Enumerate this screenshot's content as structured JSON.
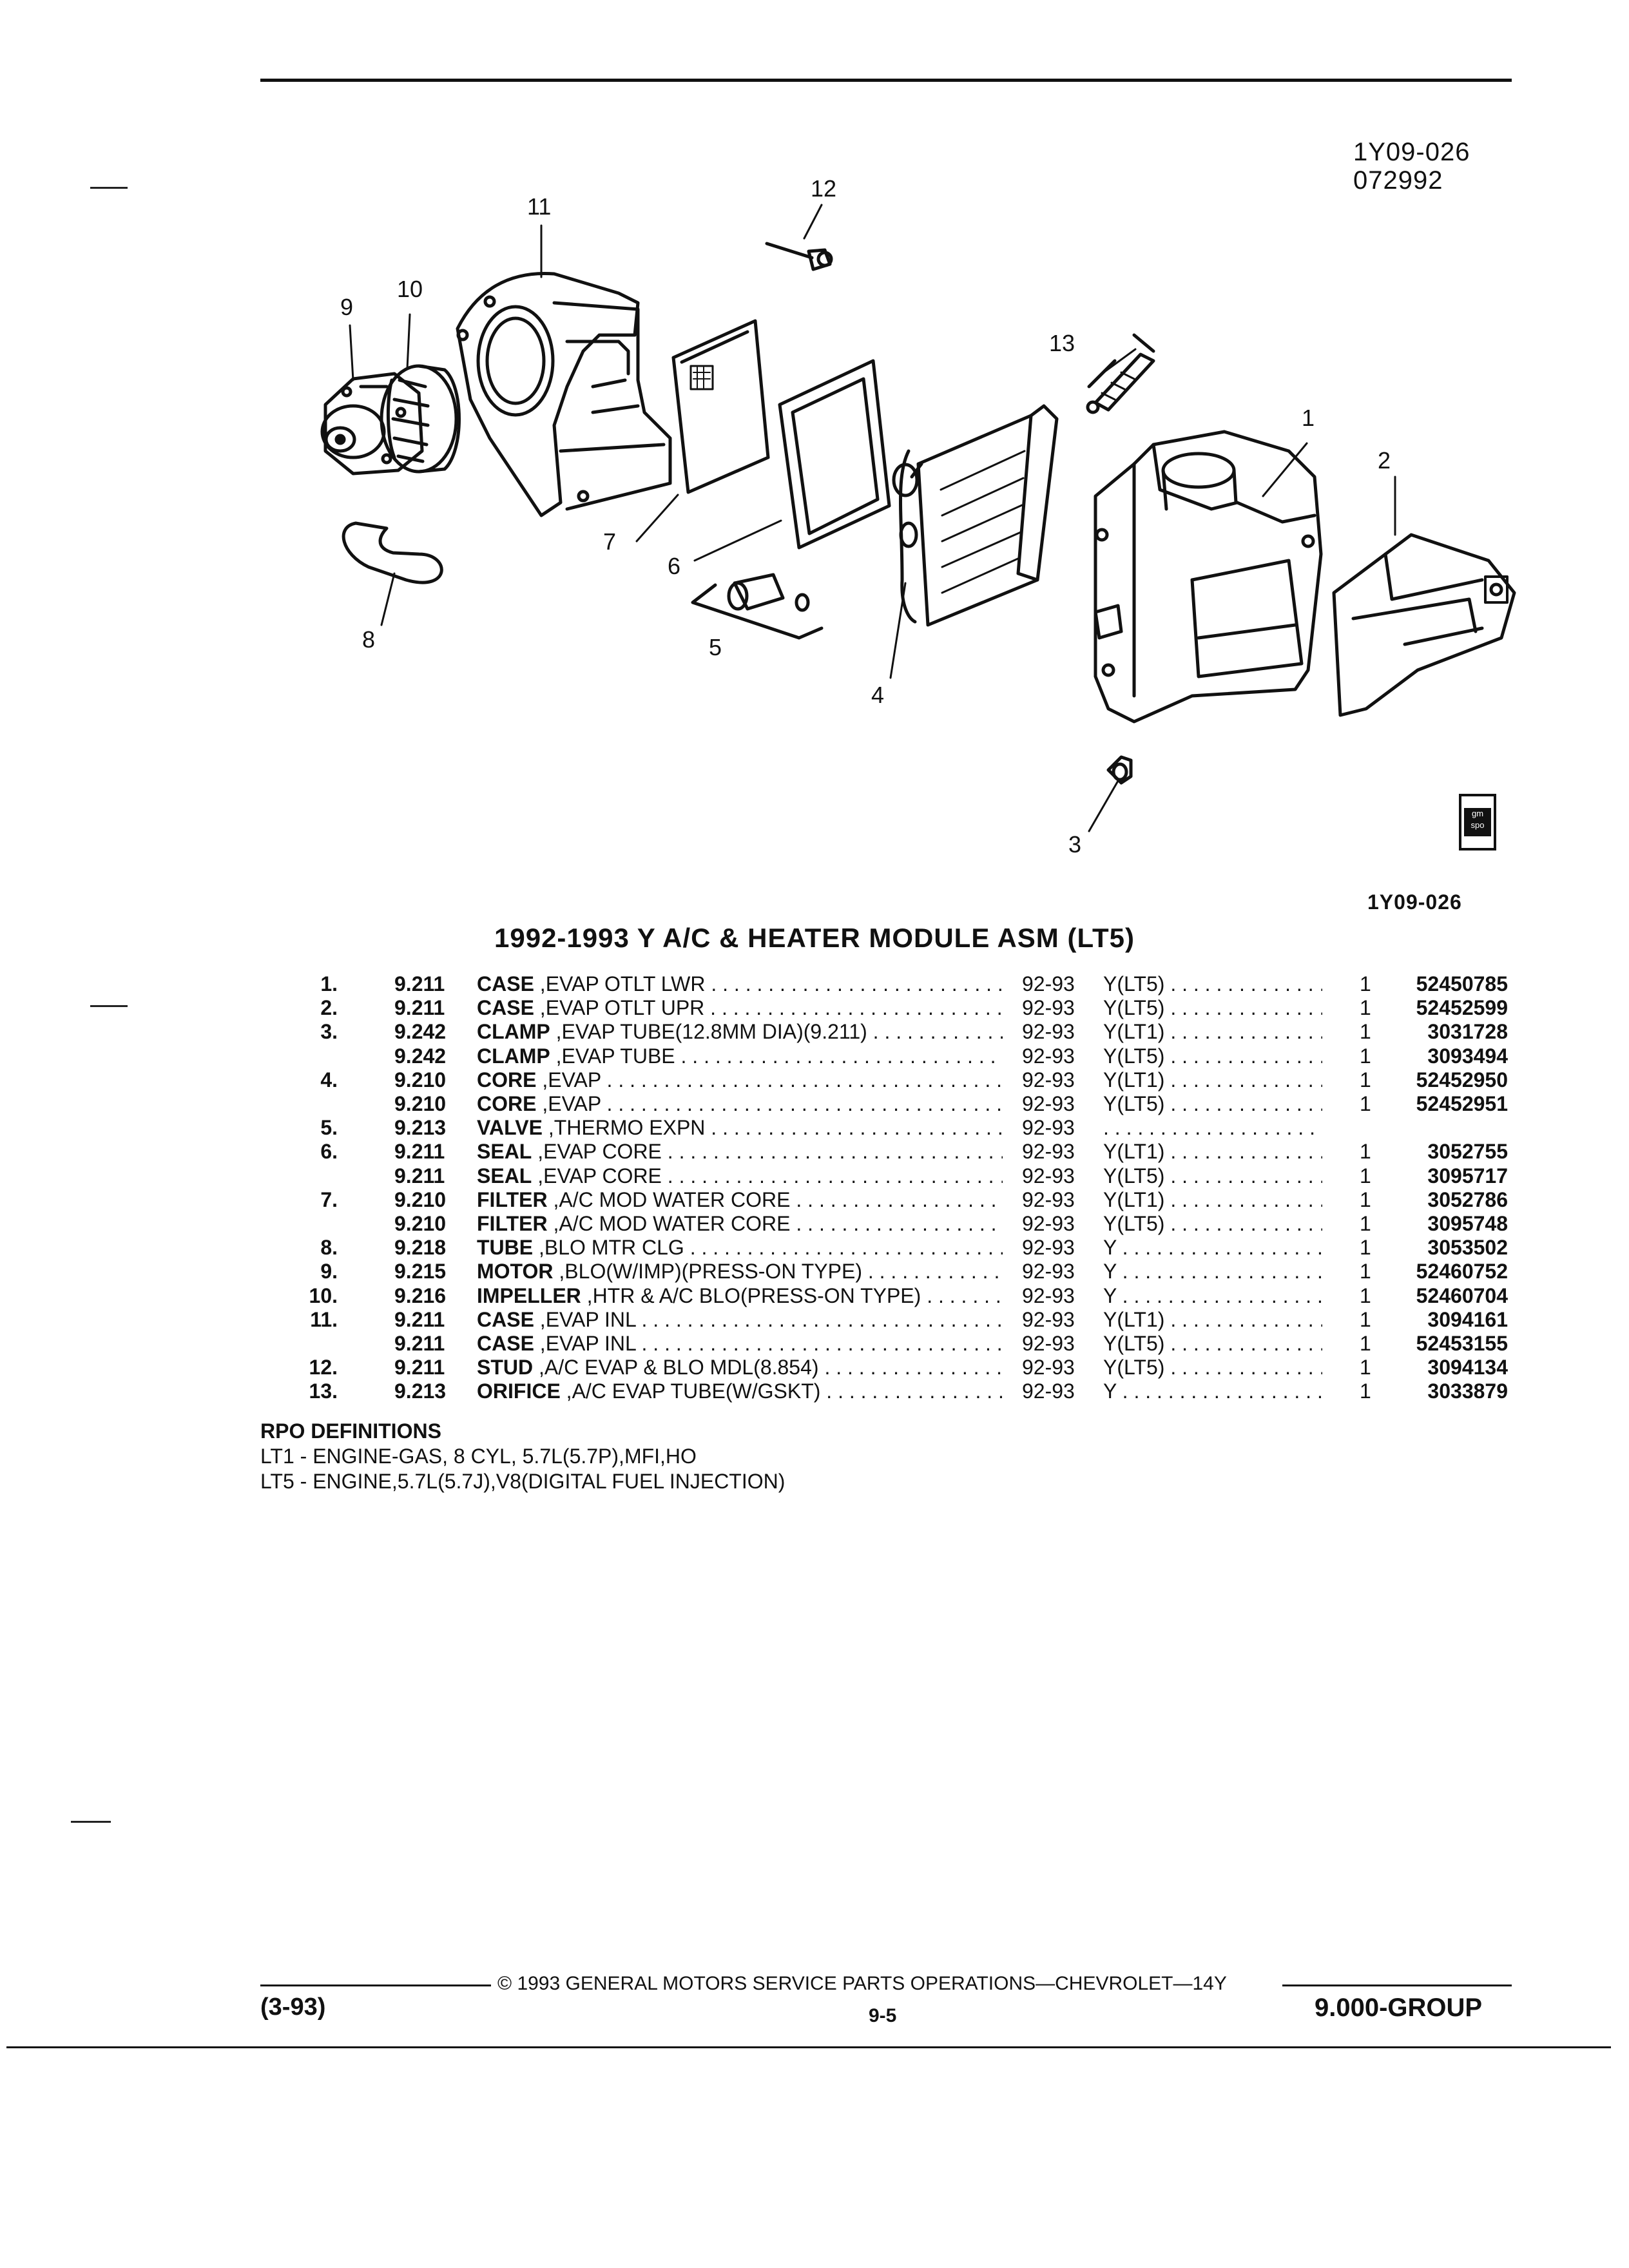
{
  "doc": {
    "code": "1Y09-026",
    "date": "072992",
    "illustration_code": "1Y09-026",
    "logo_text": "gm spo"
  },
  "callouts": [
    "1",
    "2",
    "3",
    "4",
    "5",
    "6",
    "7",
    "8",
    "9",
    "10",
    "11",
    "12",
    "13"
  ],
  "title": "1992-1993 Y A/C & HEATER MODULE ASM (LT5)",
  "parts": [
    {
      "num": "1.",
      "group": "9.211",
      "name": "CASE",
      "desc": ",EVAP OTLT LWR",
      "years": "92-93",
      "app": "Y(LT5)",
      "qty": "1",
      "pn": "52450785"
    },
    {
      "num": "2.",
      "group": "9.211",
      "name": "CASE",
      "desc": ",EVAP OTLT UPR",
      "years": "92-93",
      "app": "Y(LT5)",
      "qty": "1",
      "pn": "52452599"
    },
    {
      "num": "3.",
      "group": "9.242",
      "name": "CLAMP",
      "desc": ",EVAP TUBE(12.8MM DIA)(9.211)",
      "years": "92-93",
      "app": "Y(LT1)",
      "qty": "1",
      "pn": "3031728"
    },
    {
      "num": "",
      "group": "9.242",
      "name": "CLAMP",
      "desc": ",EVAP TUBE",
      "years": "92-93",
      "app": "Y(LT5)",
      "qty": "1",
      "pn": "3093494"
    },
    {
      "num": "4.",
      "group": "9.210",
      "name": "CORE",
      "desc": ",EVAP",
      "years": "92-93",
      "app": "Y(LT1)",
      "qty": "1",
      "pn": "52452950"
    },
    {
      "num": "",
      "group": "9.210",
      "name": "CORE",
      "desc": ",EVAP",
      "years": "92-93",
      "app": "Y(LT5)",
      "qty": "1",
      "pn": "52452951"
    },
    {
      "num": "5.",
      "group": "9.213",
      "name": "VALVE",
      "desc": ",THERMO EXPN",
      "years": "92-93",
      "app": "",
      "qty": "",
      "pn": ""
    },
    {
      "num": "6.",
      "group": "9.211",
      "name": "SEAL",
      "desc": ",EVAP CORE",
      "years": "92-93",
      "app": "Y(LT1)",
      "qty": "1",
      "pn": "3052755"
    },
    {
      "num": "",
      "group": "9.211",
      "name": "SEAL",
      "desc": ",EVAP CORE",
      "years": "92-93",
      "app": "Y(LT5)",
      "qty": "1",
      "pn": "3095717"
    },
    {
      "num": "7.",
      "group": "9.210",
      "name": "FILTER",
      "desc": ",A/C MOD WATER CORE",
      "years": "92-93",
      "app": "Y(LT1)",
      "qty": "1",
      "pn": "3052786"
    },
    {
      "num": "",
      "group": "9.210",
      "name": "FILTER",
      "desc": ",A/C MOD WATER CORE",
      "years": "92-93",
      "app": "Y(LT5)",
      "qty": "1",
      "pn": "3095748"
    },
    {
      "num": "8.",
      "group": "9.218",
      "name": "TUBE",
      "desc": ",BLO MTR CLG",
      "years": "92-93",
      "app": "Y",
      "qty": "1",
      "pn": "3053502"
    },
    {
      "num": "9.",
      "group": "9.215",
      "name": "MOTOR",
      "desc": ",BLO(W/IMP)(PRESS-ON TYPE)",
      "years": "92-93",
      "app": "Y",
      "qty": "1",
      "pn": "52460752"
    },
    {
      "num": "10.",
      "group": "9.216",
      "name": "IMPELLER",
      "desc": ",HTR & A/C BLO(PRESS-ON TYPE)",
      "years": "92-93",
      "app": "Y",
      "qty": "1",
      "pn": "52460704"
    },
    {
      "num": "11.",
      "group": "9.211",
      "name": "CASE",
      "desc": ",EVAP INL",
      "years": "92-93",
      "app": "Y(LT1)",
      "qty": "1",
      "pn": "3094161"
    },
    {
      "num": "",
      "group": "9.211",
      "name": "CASE",
      "desc": ",EVAP INL",
      "years": "92-93",
      "app": "Y(LT5)",
      "qty": "1",
      "pn": "52453155"
    },
    {
      "num": "12.",
      "group": "9.211",
      "name": "STUD",
      "desc": ",A/C EVAP & BLO MDL(8.854)",
      "years": "92-93",
      "app": "Y(LT5)",
      "qty": "1",
      "pn": "3094134"
    },
    {
      "num": "13.",
      "group": "9.213",
      "name": "ORIFICE",
      "desc": ",A/C EVAP TUBE(W/GSKT)",
      "years": "92-93",
      "app": "Y",
      "qty": "1",
      "pn": "3033879"
    }
  ],
  "rpo": {
    "heading": "RPO DEFINITIONS",
    "lines": [
      "LT1 - ENGINE-GAS, 8 CYL, 5.7L(5.7P),MFI,HO",
      "LT5 - ENGINE,5.7L(5.7J),V8(DIGITAL FUEL INJECTION)"
    ]
  },
  "footer": {
    "copyright": "© 1993 GENERAL MOTORS SERVICE PARTS OPERATIONS—CHEVROLET—14Y",
    "date_code": "(3-93)",
    "page": "9-5",
    "group": "9.000-GROUP"
  }
}
